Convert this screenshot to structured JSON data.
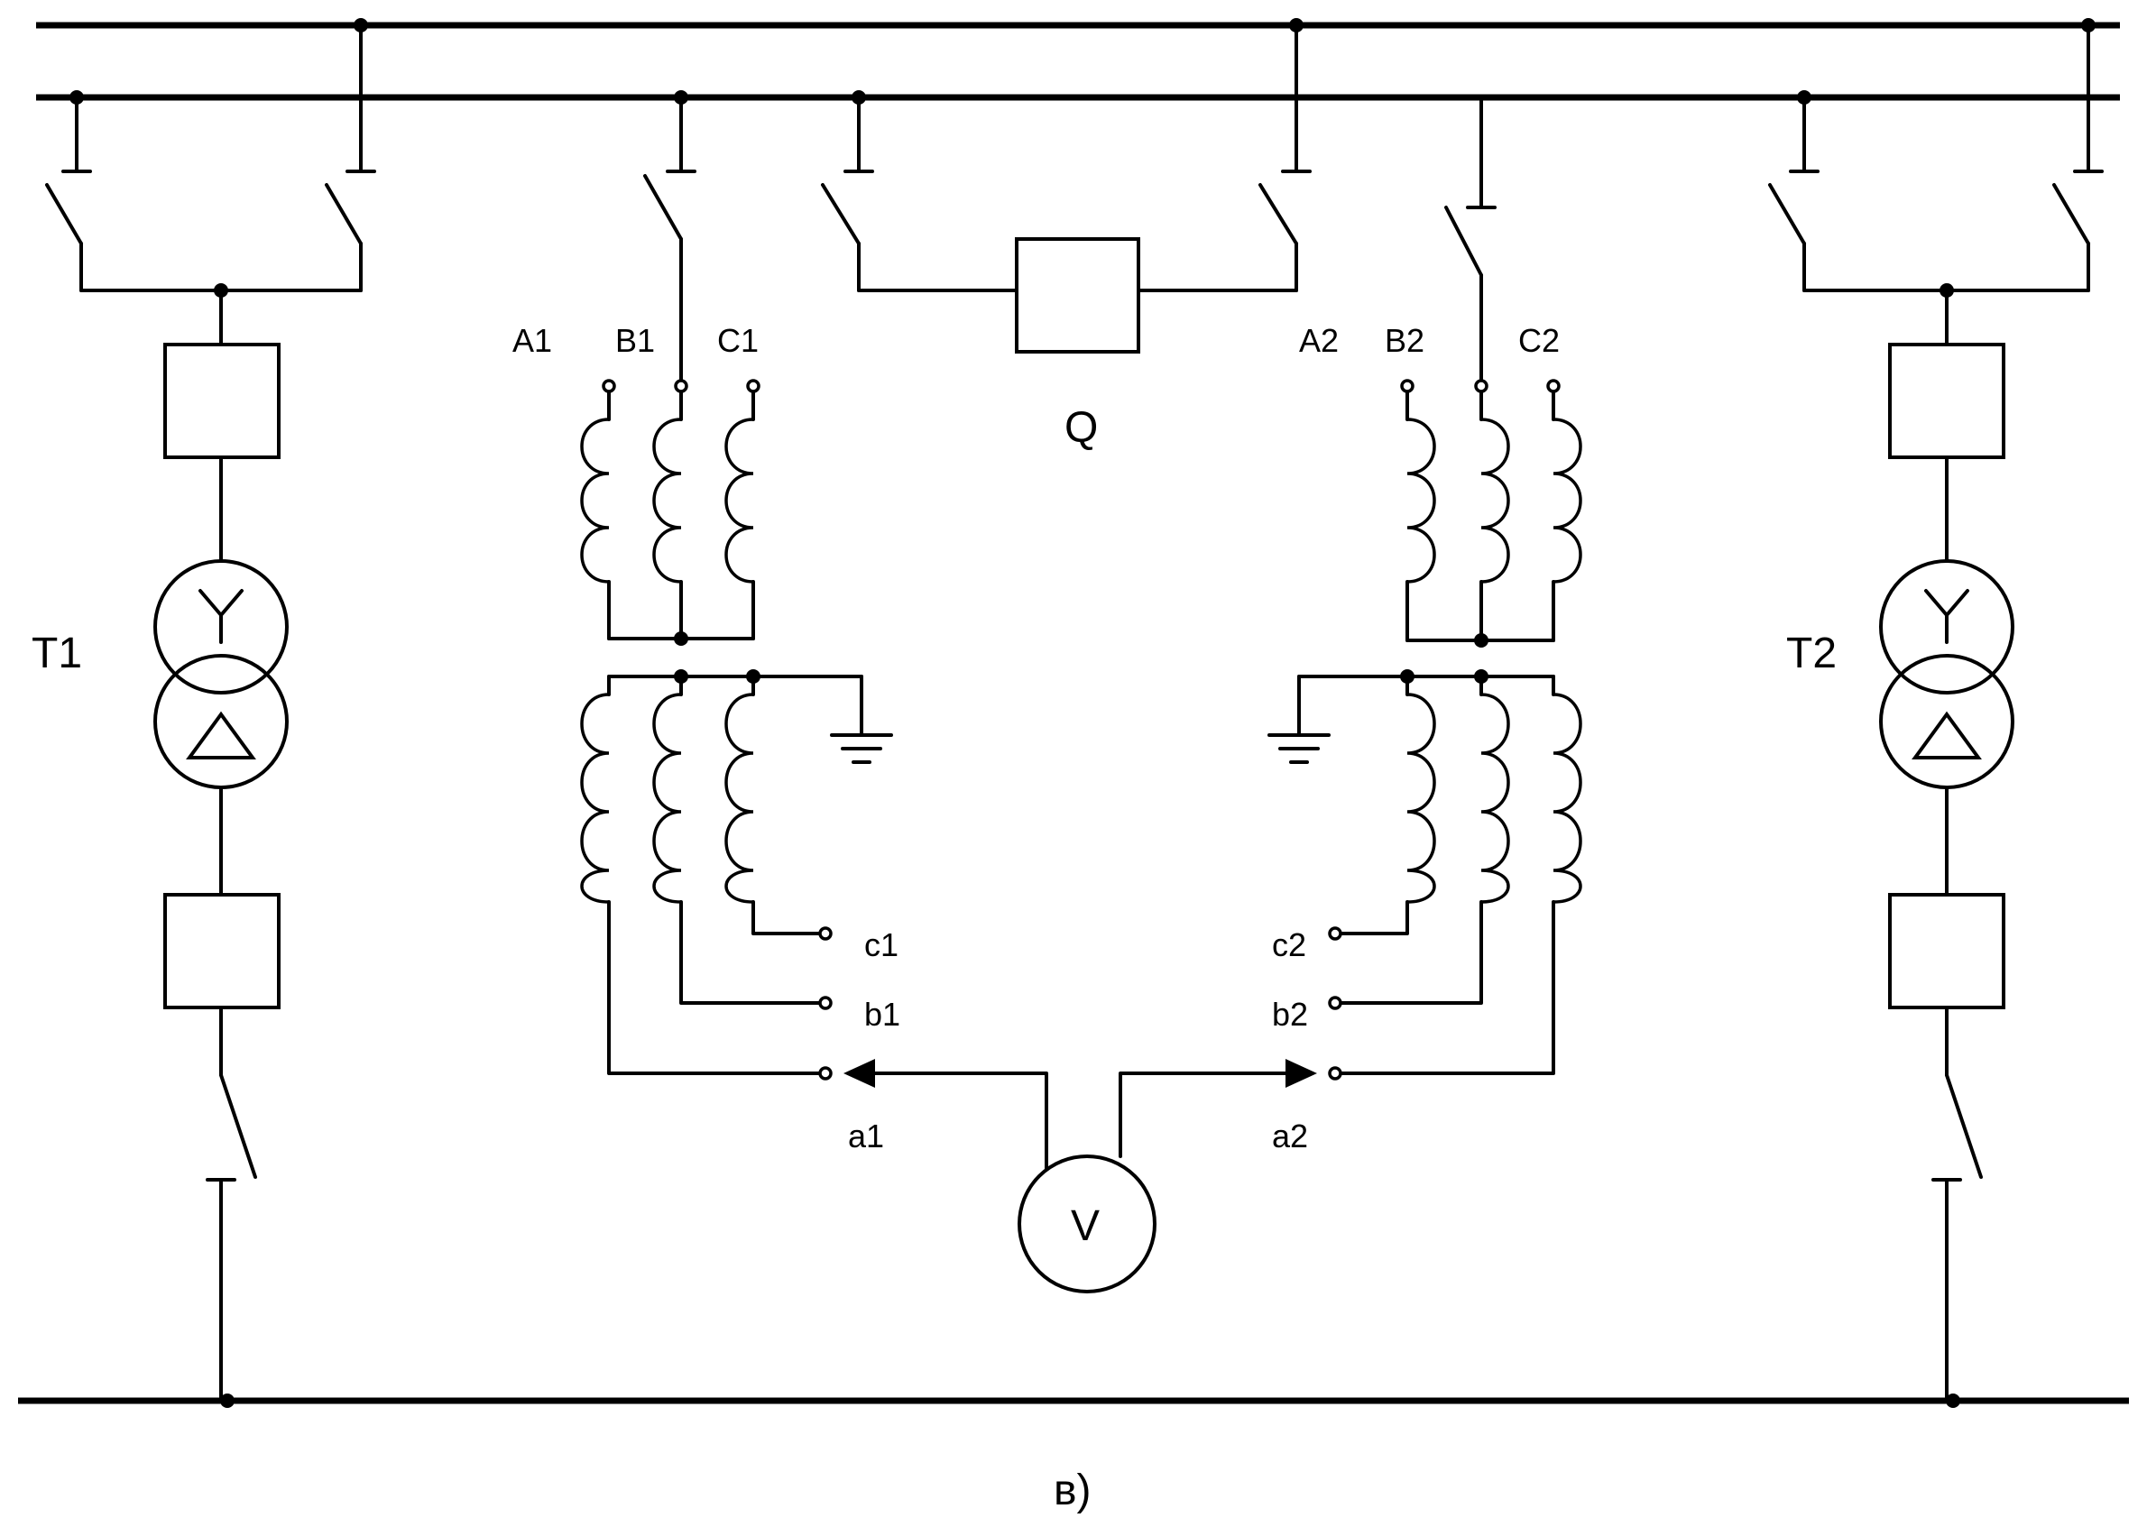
{
  "labels": {
    "A1": "A1",
    "B1": "B1",
    "C1": "C1",
    "A2": "A2",
    "B2": "B2",
    "C2": "C2",
    "a1": "a1",
    "b1": "b1",
    "c1": "c1",
    "a2": "a2",
    "b2": "b2",
    "c2": "c2",
    "Q": "Q",
    "T1": "T1",
    "T2": "T2",
    "V": "V",
    "caption": "в)"
  },
  "transformer_symbols": {
    "primary": "Y",
    "secondary": "Δ"
  },
  "icons": {
    "ground": "ground-icon",
    "voltmeter": "voltmeter-icon",
    "transformer": "transformer-icon",
    "switch": "disconnector-icon"
  }
}
